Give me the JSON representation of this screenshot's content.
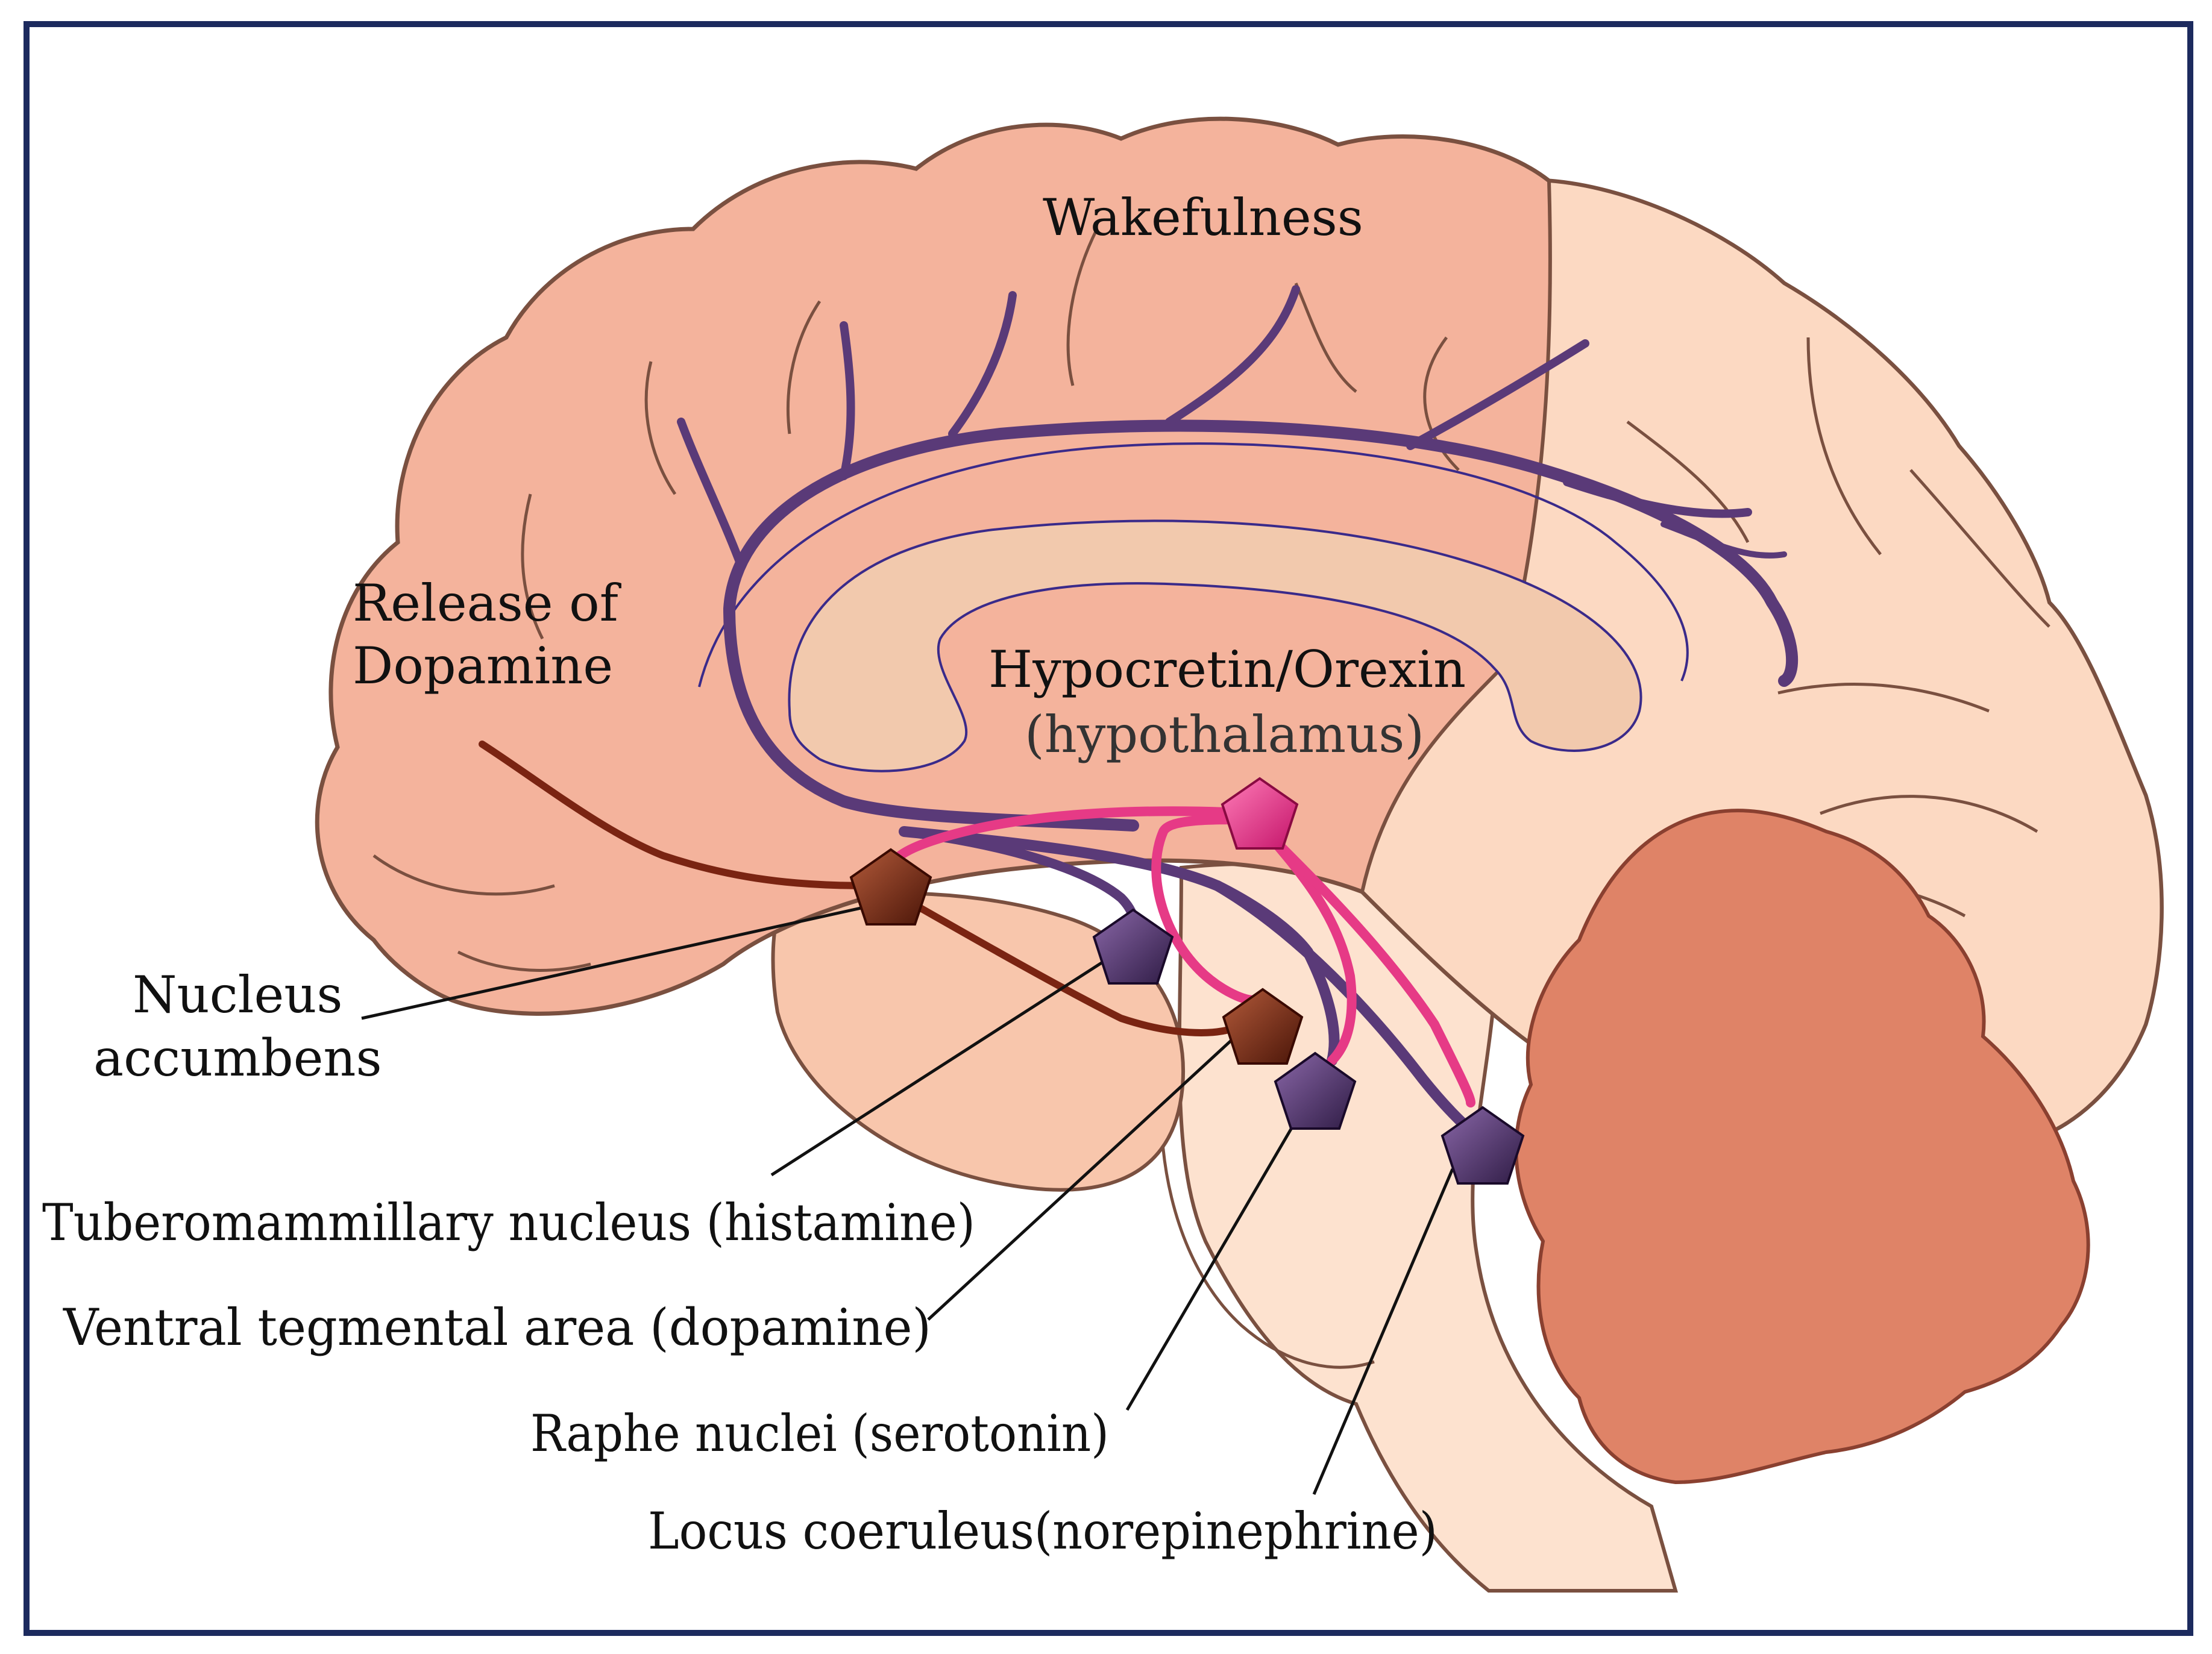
{
  "labels": {
    "wakefulness": "Wakefulness",
    "release_line1": "Release of",
    "release_line2": "Dopamine",
    "hypocretin": "Hypocretin/Orexin",
    "hypothalamus": "(hypothalamus)",
    "nucleus_line1": "Nucleus",
    "nucleus_line2": "accumbens",
    "tuberomammillary": "Tuberomammillary nucleus (histamine)",
    "vta": "Ventral tegmental area (dopamine)",
    "raphe": "Raphe nuclei (serotonin)",
    "locus": "Locus coeruleus(norepinephrine)"
  },
  "colors": {
    "border": "#1c2a5e",
    "cortex": "#f4b39c",
    "cortex_light": "#fcd9c2",
    "brainstem": "#fde2cf",
    "corpus_callosum": "#f2c9ad",
    "cerebellum": "#df8367",
    "orexin_pathway": "#e63a86",
    "arousal_pathway": "#5a3a78",
    "dopamine_pathway": "#7a2412",
    "outline": "#7a5040"
  },
  "icons": {
    "orexin_node": "pink-pentagon",
    "arousal_nodes": "purple-pentagon",
    "dopamine_nodes": "brown-pentagon"
  }
}
